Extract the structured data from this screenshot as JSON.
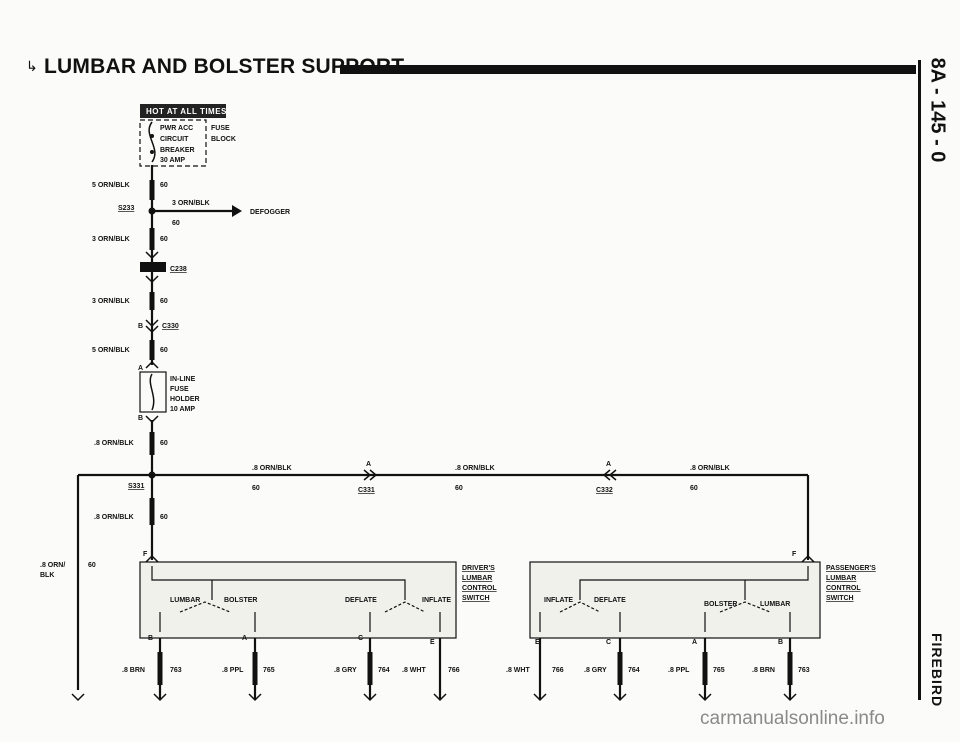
{
  "page": {
    "title": "LUMBAR AND BOLSTER SUPPORT",
    "page_code": "8A - 145 - 0",
    "model": "FIREBIRD",
    "watermark": "carmanualsonline.info"
  },
  "power": {
    "hot_label": "HOT AT ALL TIMES",
    "breaker_lines": [
      "PWR ACC",
      "CIRCUIT",
      "BREAKER",
      "30 AMP"
    ],
    "fuse_block_lines": [
      "FUSE",
      "BLOCK"
    ]
  },
  "wires": {
    "w1": "5 ORN/BLK",
    "w1_circuit": "60",
    "splice_s233": "S233",
    "defogger_wire": "3 ORN/BLK",
    "defogger_circuit": "60",
    "defogger": "DEFOGGER",
    "w2": "3 ORN/BLK",
    "w2_circuit": "60",
    "connector_c238": "C238",
    "w3": "3 ORN/BLK",
    "w3_circuit": "60",
    "c330_pin": "B",
    "connector_c330": "C330",
    "w4": "5 ORN/BLK",
    "w4_circuit": "60",
    "fuse_pin_a": "A",
    "fuse_pin_b": "B",
    "fuse_holder_lines": [
      "IN-LINE",
      "FUSE",
      "HOLDER",
      "10 AMP"
    ],
    "w5": ".8 ORN/BLK",
    "w5_circuit": "60",
    "splice_s331": "S331",
    "bus_left": ".8 ORN/BLK",
    "bus_left_circuit": "60",
    "c331_pin": "A",
    "connector_c331": "C331",
    "bus_mid": ".8 ORN/BLK",
    "bus_mid_circuit": "60",
    "c332_pin": "A",
    "connector_c332": "C332",
    "bus_right": ".8 ORN/BLK",
    "bus_right_circuit": "60",
    "w6": ".8 ORN/BLK",
    "w6_circuit": "60",
    "left_drop": ".8 ORN/",
    "left_drop2": "BLK",
    "left_drop_circuit": "60"
  },
  "driver_switch": {
    "name_lines": [
      "DRIVER'S",
      "LUMBAR",
      "CONTROL",
      "SWITCH"
    ],
    "pin_f": "F",
    "labels": [
      "LUMBAR",
      "BOLSTER",
      "DEFLATE",
      "INFLATE"
    ],
    "pins": [
      "B",
      "A",
      "C",
      "E"
    ],
    "outputs": [
      {
        "wire": ".8 BRN",
        "circuit": "763"
      },
      {
        "wire": ".8 PPL",
        "circuit": "765"
      },
      {
        "wire": ".8 GRY",
        "circuit": "764"
      },
      {
        "wire": ".8 WHT",
        "circuit": "766"
      }
    ]
  },
  "passenger_switch": {
    "name_lines": [
      "PASSENGER'S",
      "LUMBAR",
      "CONTROL",
      "SWITCH"
    ],
    "pin_f": "F",
    "labels": [
      "INFLATE",
      "DEFLATE",
      "BOLSTER",
      "LUMBAR"
    ],
    "pins": [
      "E",
      "C",
      "A",
      "B"
    ],
    "outputs": [
      {
        "wire": ".8 WHT",
        "circuit": "766"
      },
      {
        "wire": ".8 GRY",
        "circuit": "764"
      },
      {
        "wire": ".8 PPL",
        "circuit": "765"
      },
      {
        "wire": ".8 BRN",
        "circuit": "763"
      }
    ]
  }
}
